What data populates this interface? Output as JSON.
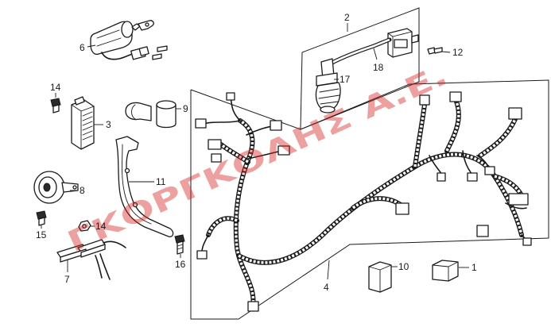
{
  "callouts": [
    "1",
    "2",
    "3",
    "4",
    "6",
    "7",
    "8",
    "9",
    "10",
    "11",
    "12",
    "14",
    "14",
    "15",
    "16",
    "17",
    "18"
  ],
  "watermark": "ΓΚΟΡΓΚΟΛΗΣ Α.Ε."
}
